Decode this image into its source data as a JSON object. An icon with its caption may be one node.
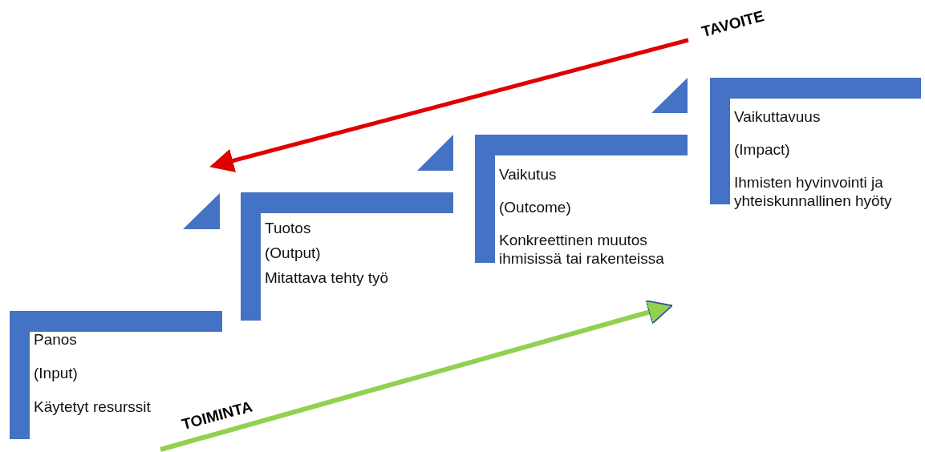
{
  "diagram": {
    "nodes": [
      {
        "text": [
          "Panos",
          "(Input)",
          "Käytetyt resurssit"
        ]
      },
      {
        "text": [
          "Tuotos",
          "(Output)",
          "Mitattava tehty työ"
        ]
      },
      {
        "text": [
          "Vaikutus",
          "(Outcome)",
          "Konkreettinen muutos ihmisissä tai rakenteissa"
        ]
      },
      {
        "text": [
          "Vaikuttavuus",
          "(Impact)",
          "Ihmisten hyvinvointi ja yhteiskunnallinen hyöty"
        ]
      }
    ],
    "labels": [
      "TAVOITE",
      "TOIMINTA"
    ]
  }
}
